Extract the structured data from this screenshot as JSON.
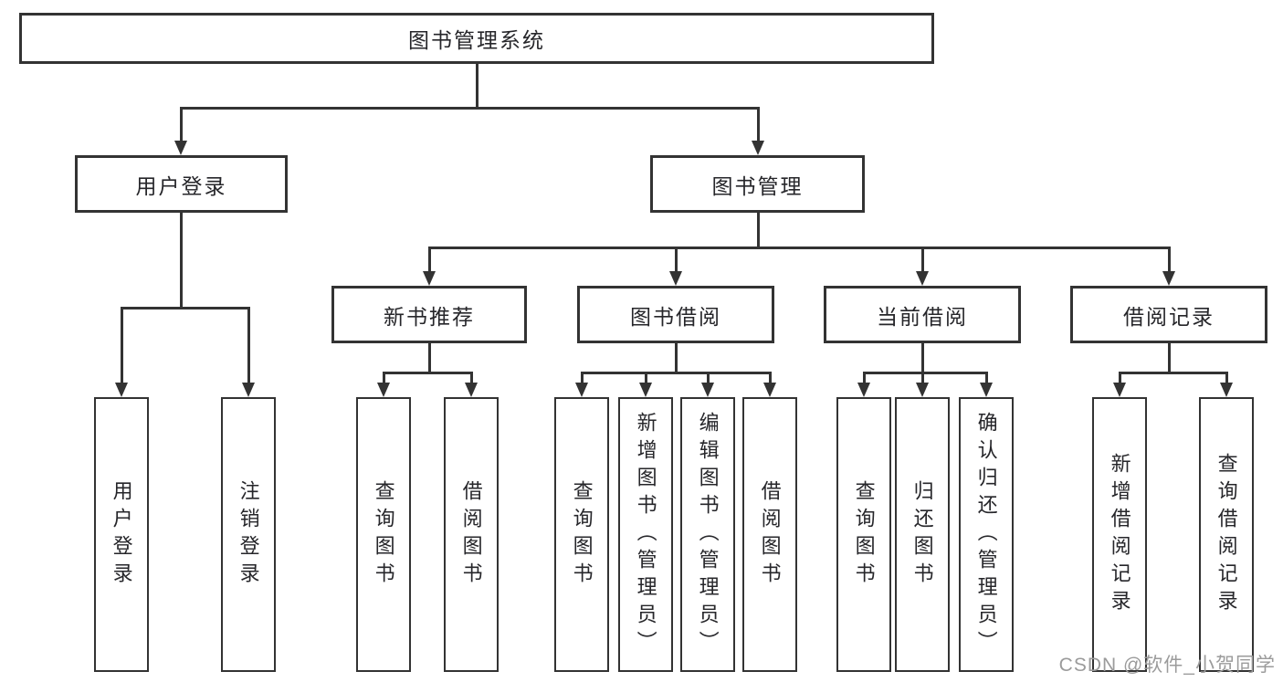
{
  "tree": {
    "root": "图书管理系统",
    "branches": [
      {
        "label": "用户登录",
        "children": [
          "用户登录",
          "注销登录"
        ]
      },
      {
        "label": "图书管理",
        "children": [
          {
            "label": "新书推荐",
            "children": [
              "查询图书",
              "借阅图书"
            ]
          },
          {
            "label": "图书借阅",
            "children": [
              "查询图书",
              "新增图书（管理员）",
              "编辑图书（管理员）",
              "借阅图书"
            ]
          },
          {
            "label": "当前借阅",
            "children": [
              "查询图书",
              "归还图书",
              "确认归还（管理员）"
            ]
          },
          {
            "label": "借阅记录",
            "children": [
              "新增借阅记录",
              "查询借阅记录"
            ]
          }
        ]
      }
    ]
  },
  "watermark": {
    "text": "CSDN @软件_小贺同学",
    "color": "#9b9b9b"
  },
  "colors": {
    "line": "#333333",
    "box_border": "#333333",
    "text": "#26262a",
    "background": "#ffffff"
  }
}
